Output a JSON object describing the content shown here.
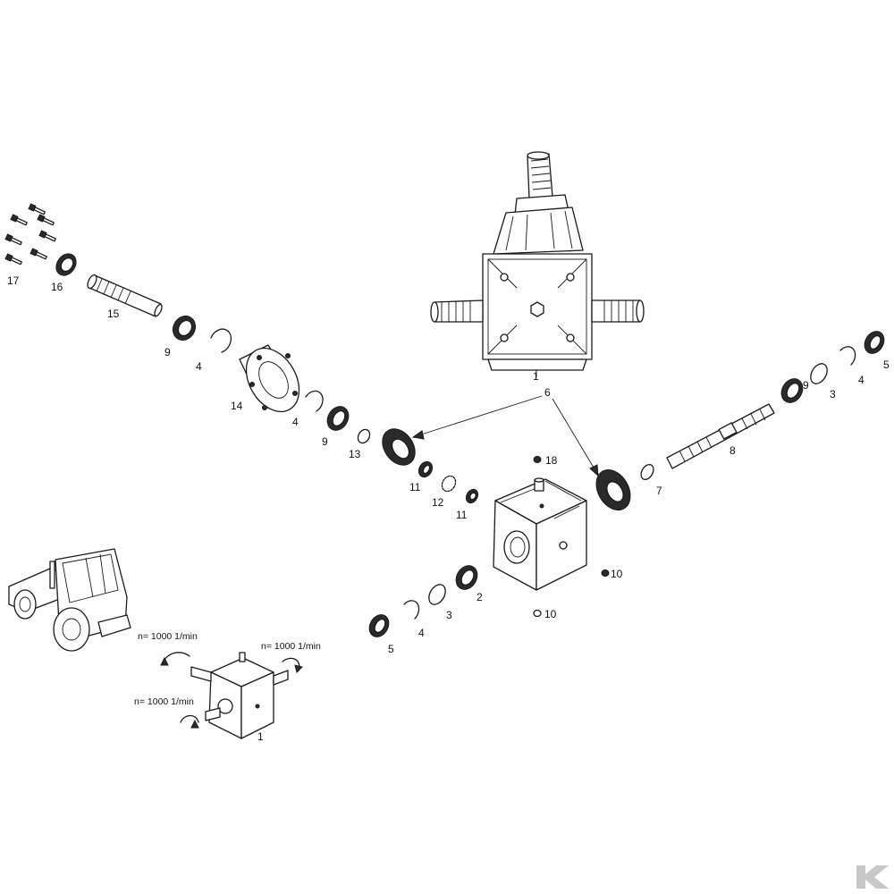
{
  "callouts": {
    "p1_top": "1",
    "p1_bottom": "1",
    "p2": "2",
    "p3_right": "3",
    "p3_left": "3",
    "p4_a": "4",
    "p4_b": "4",
    "p4_right": "4",
    "p4_low": "4",
    "p5_right": "5",
    "p5_low": "5",
    "p6": "6",
    "p7": "7",
    "p8": "8",
    "p9_a": "9",
    "p9_b": "9",
    "p9_right": "9",
    "p10_a": "10",
    "p10_b": "10",
    "p11_a": "11",
    "p11_b": "11",
    "p12": "12",
    "p13": "13",
    "p14": "14",
    "p15": "15",
    "p16": "16",
    "p17": "17",
    "p18": "18"
  },
  "speed_labels": {
    "input_left": "n= 1000 1/min",
    "output_right": "n= 1000 1/min",
    "output_bottom": "n= 1000 1/min"
  },
  "logo": {
    "text": "K",
    "color": "#c8c8c8"
  },
  "colors": {
    "line": "#1a1a1a",
    "background": "#ffffff"
  }
}
